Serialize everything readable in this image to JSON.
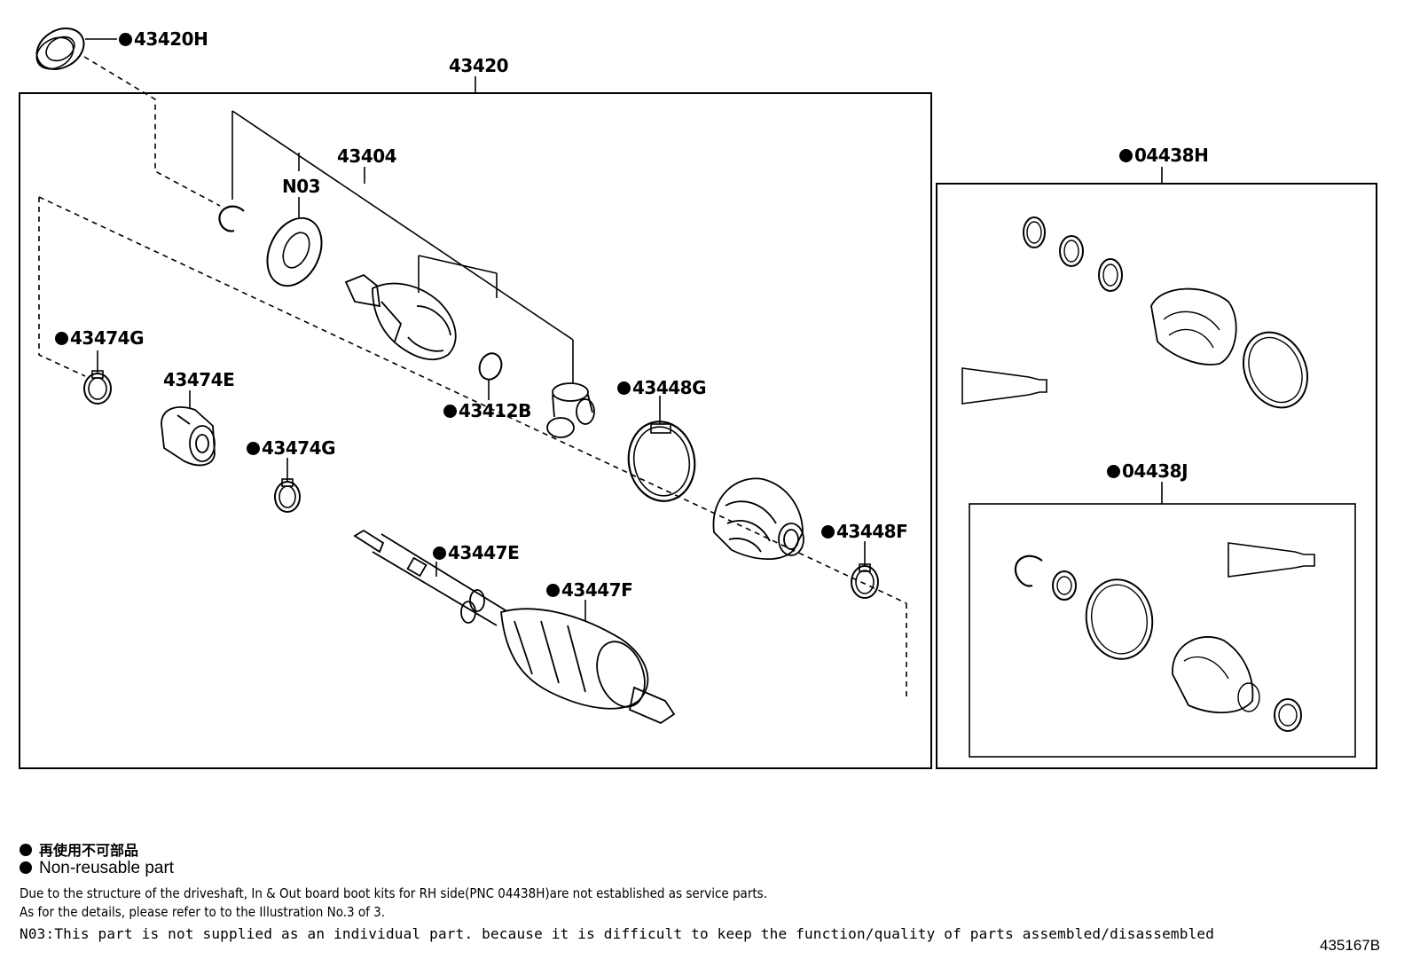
{
  "parts": {
    "p43420H": {
      "code": "43420H",
      "non_reusable": true
    },
    "p43420": {
      "code": "43420",
      "non_reusable": false
    },
    "p43404": {
      "code": "43404",
      "non_reusable": false
    },
    "pN03": {
      "code": "N03",
      "non_reusable": false
    },
    "p43474G_a": {
      "code": "43474G",
      "non_reusable": true
    },
    "p43474E": {
      "code": "43474E",
      "non_reusable": false
    },
    "p43474G_b": {
      "code": "43474G",
      "non_reusable": true
    },
    "p43412B": {
      "code": "43412B",
      "non_reusable": true
    },
    "p43448G": {
      "code": "43448G",
      "non_reusable": true
    },
    "p43448F": {
      "code": "43448F",
      "non_reusable": true
    },
    "p43447E": {
      "code": "43447E",
      "non_reusable": true
    },
    "p43447F": {
      "code": "43447F",
      "non_reusable": true
    },
    "p04438H": {
      "code": "04438H",
      "non_reusable": true
    },
    "p04438J": {
      "code": "04438J",
      "non_reusable": true
    }
  },
  "legend": {
    "jp": "再使用不可部品",
    "en": "Non-reusable part"
  },
  "notes": {
    "line1": "Due to the structure of the driveshaft, In & Out board  boot kits for RH side(PNC 04438H)are not established as service parts.",
    "line2": "As for the details, please refer to to the Illustration No.3 of 3.",
    "line3": "N03:This part is not supplied as an individual part. because it is difficult to keep the function/quality of parts assembled/disassembled"
  },
  "illustration_id": "435167B"
}
